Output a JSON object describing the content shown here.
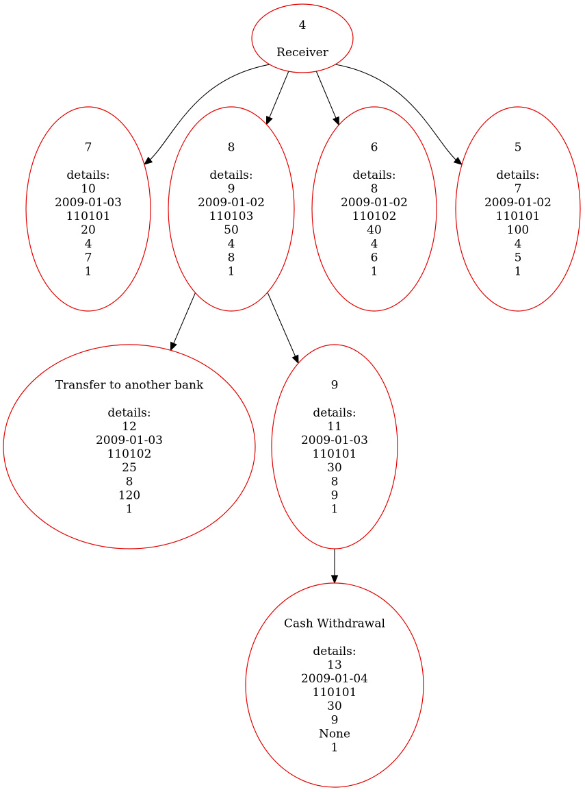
{
  "diagram": {
    "nodes": [
      {
        "id": "n4",
        "lines": [
          "4",
          "",
          "Receiver"
        ]
      },
      {
        "id": "n7",
        "lines": [
          "7",
          "",
          "details:",
          "10",
          "2009-01-03",
          "110101",
          "20",
          "4",
          "7",
          "1"
        ]
      },
      {
        "id": "n8",
        "lines": [
          "8",
          "",
          "details:",
          "9",
          "2009-01-02",
          "110103",
          "50",
          "4",
          "8",
          "1"
        ]
      },
      {
        "id": "n6",
        "lines": [
          "6",
          "",
          "details:",
          "8",
          "2009-01-02",
          "110102",
          "40",
          "4",
          "6",
          "1"
        ]
      },
      {
        "id": "n5",
        "lines": [
          "5",
          "",
          "details:",
          "7",
          "2009-01-02",
          "110101",
          "100",
          "4",
          "5",
          "1"
        ]
      },
      {
        "id": "transfer",
        "lines": [
          "Transfer to another bank",
          "",
          "details:",
          "12",
          "2009-01-03",
          "110102",
          "25",
          "8",
          "120",
          "1"
        ]
      },
      {
        "id": "n9",
        "lines": [
          "9",
          "",
          "details:",
          "11",
          "2009-01-03",
          "110101",
          "30",
          "8",
          "9",
          "1"
        ]
      },
      {
        "id": "cash",
        "lines": [
          "Cash Withdrawal",
          "",
          "details:",
          "13",
          "2009-01-04",
          "110101",
          "30",
          "9",
          "None",
          "1"
        ]
      }
    ],
    "edges": [
      {
        "from": "n4",
        "to": "n7"
      },
      {
        "from": "n4",
        "to": "n8"
      },
      {
        "from": "n4",
        "to": "n6"
      },
      {
        "from": "n4",
        "to": "n5"
      },
      {
        "from": "n8",
        "to": "transfer"
      },
      {
        "from": "n8",
        "to": "n9"
      },
      {
        "from": "n9",
        "to": "cash"
      }
    ],
    "colors": {
      "node_border": "#e00000",
      "edge": "#000000",
      "text": "#000000"
    }
  }
}
